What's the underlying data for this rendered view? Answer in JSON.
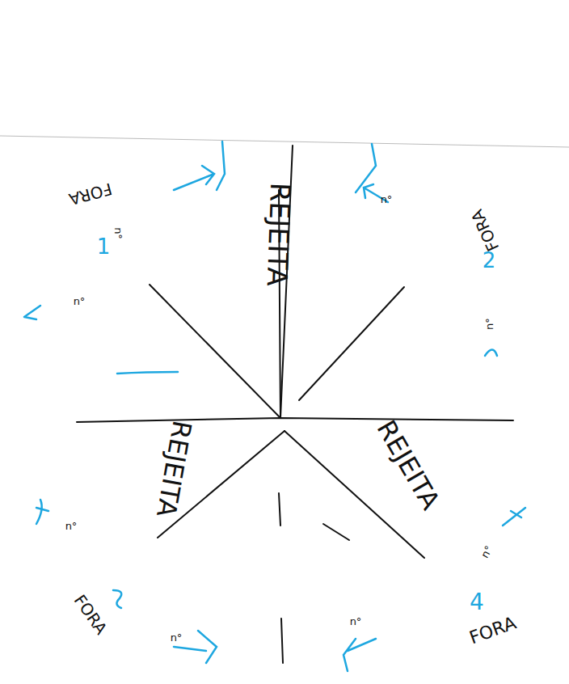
{
  "diagram": {
    "labels": [
      "REJEITA",
      "REJEITA",
      "REJEITA",
      "FORA",
      "1",
      "FORA",
      "2",
      "FORA",
      "FORA",
      "4",
      "n°",
      "n°",
      "n°",
      "n°",
      "n°",
      "n°",
      "n°",
      "n°"
    ]
  }
}
